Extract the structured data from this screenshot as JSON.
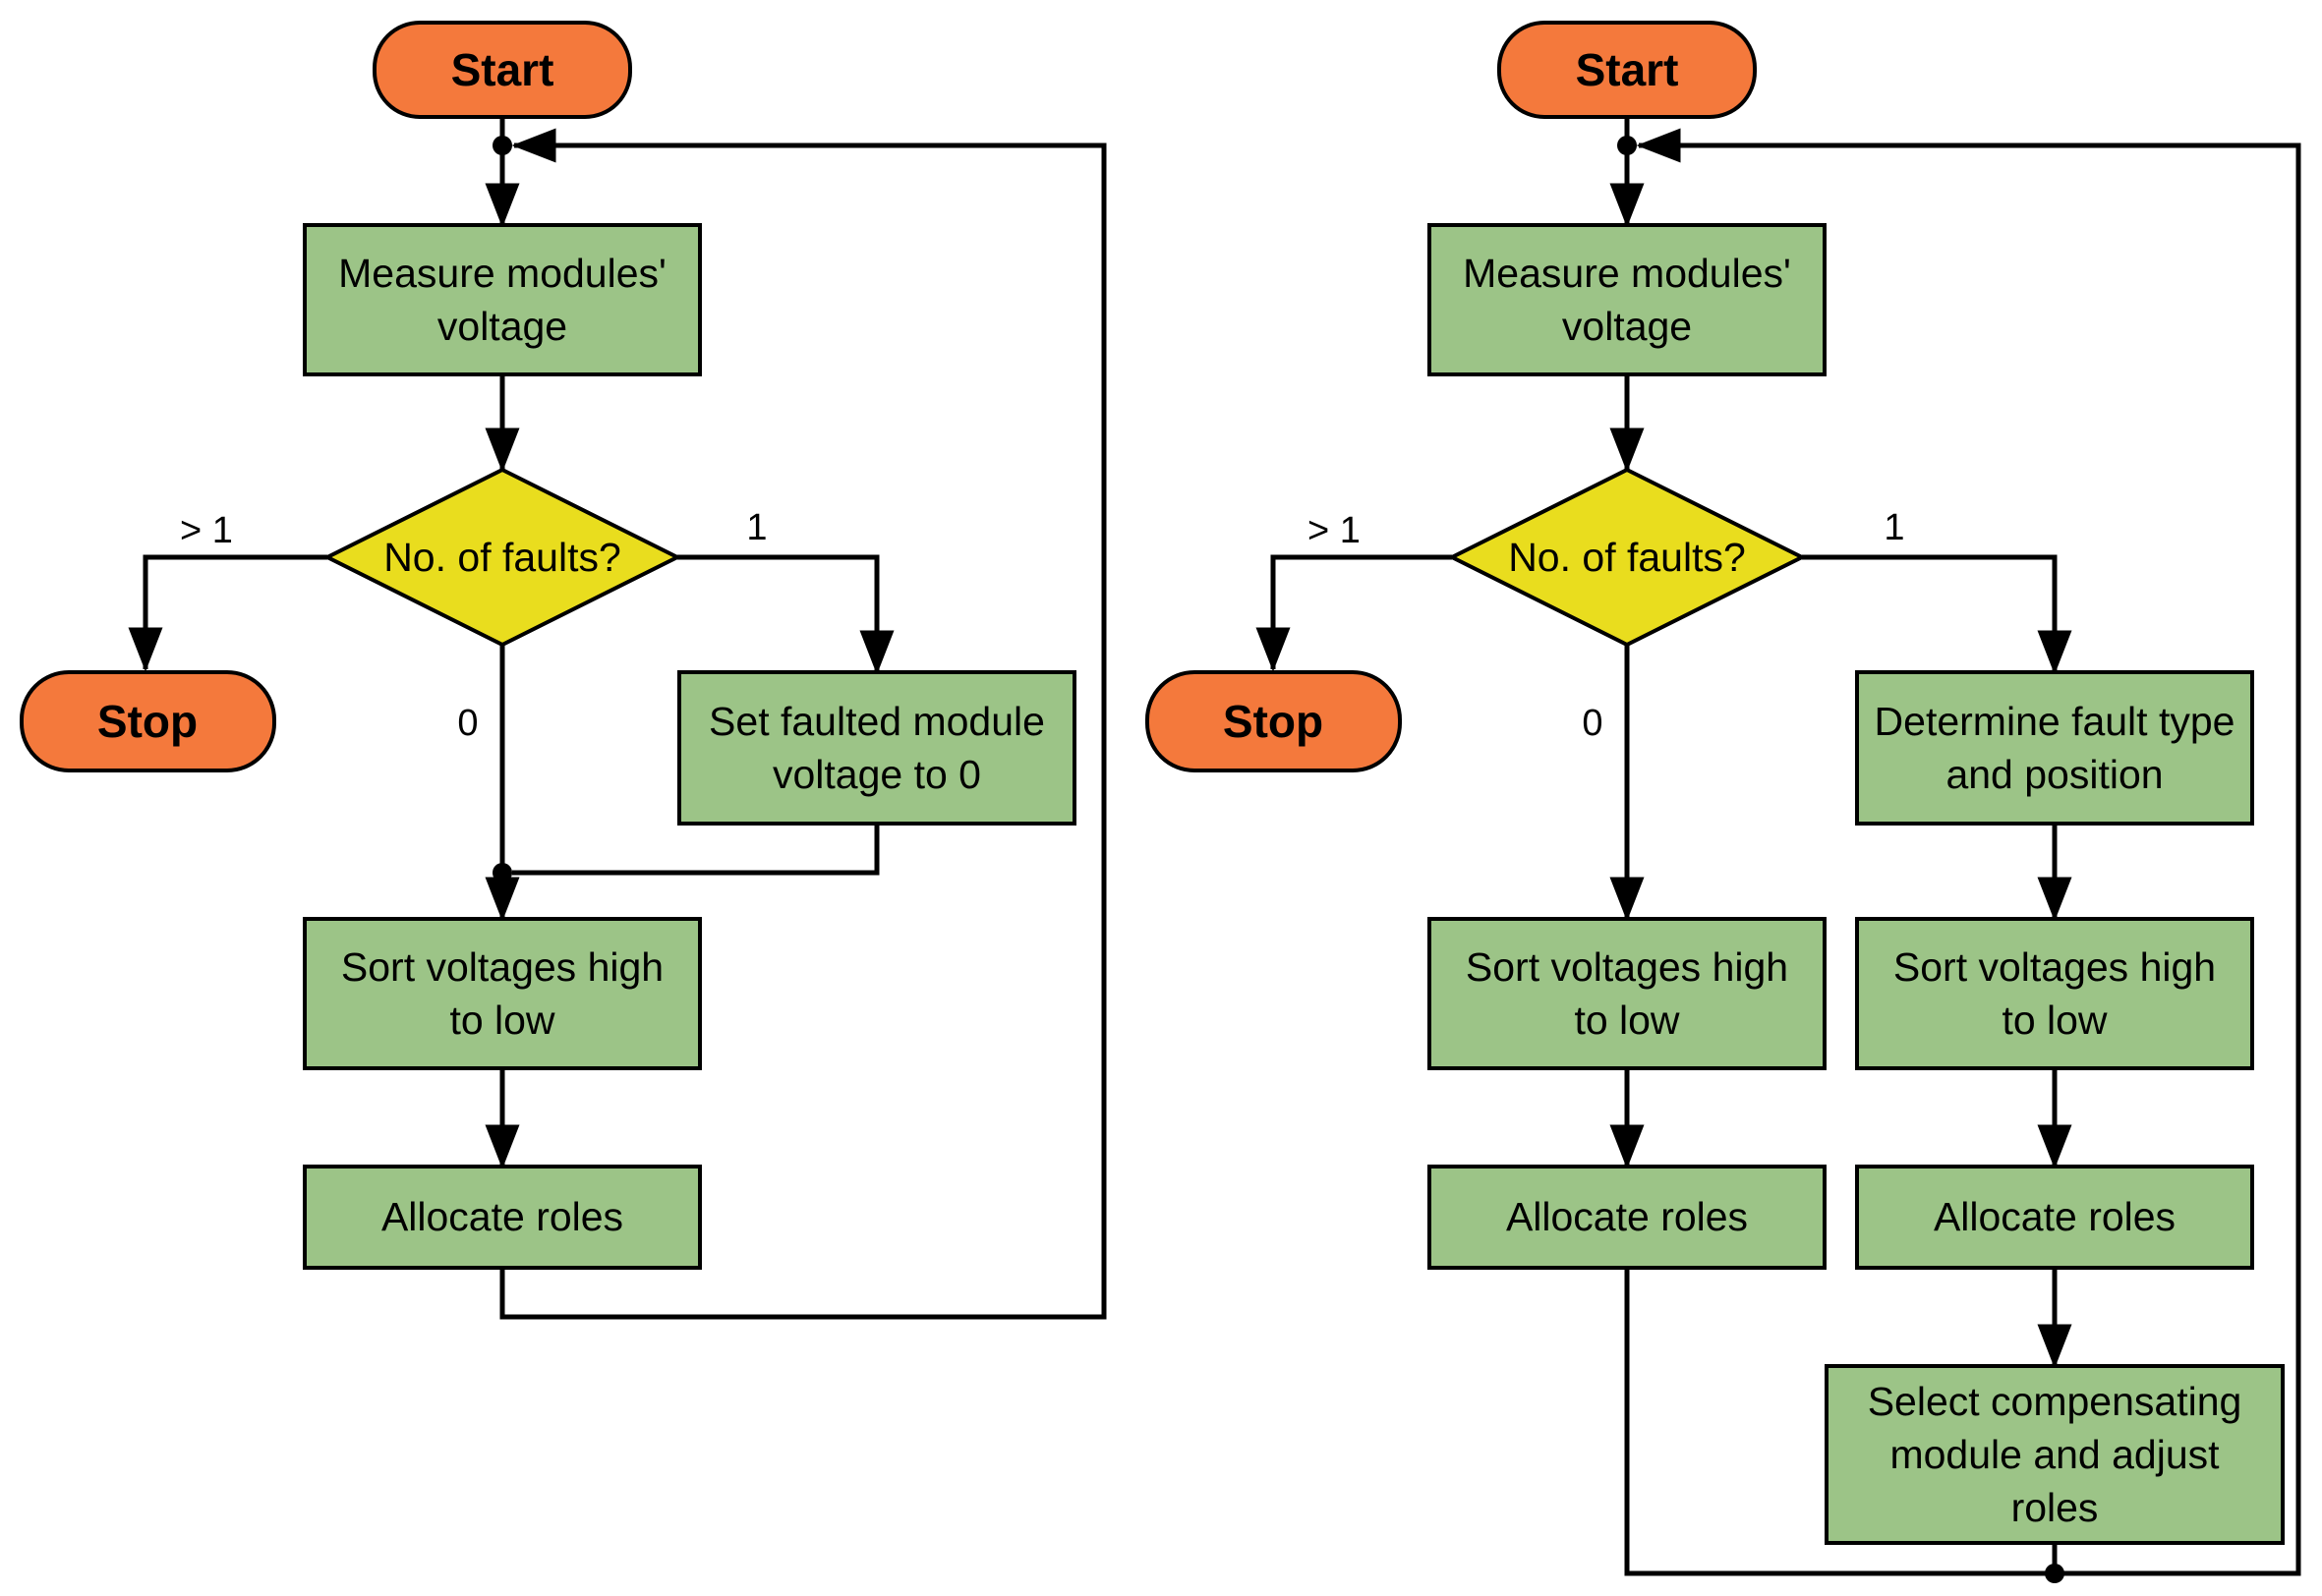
{
  "colors": {
    "terminal_fill": "#F4793C",
    "process_fill": "#9CC487",
    "decision_fill": "#E9DD1E",
    "line_color": "#000000"
  },
  "left": {
    "start": "Start",
    "measure": {
      "line1": "Measure modules'",
      "line2": "voltage"
    },
    "decision": "No. of faults?",
    "branch_gt1": "> 1",
    "branch_1": "1",
    "branch_0": "0",
    "stop": "Stop",
    "set_faulted": {
      "line1": "Set faulted module",
      "line2": "voltage to 0"
    },
    "sort": {
      "line1": "Sort voltages high",
      "line2": "to low"
    },
    "allocate": "Allocate roles"
  },
  "right": {
    "start": "Start",
    "measure": {
      "line1": "Measure modules'",
      "line2": "voltage"
    },
    "decision": "No. of faults?",
    "branch_gt1": "> 1",
    "branch_1": "1",
    "branch_0": "0",
    "stop": "Stop",
    "determine": {
      "line1": "Determine fault type",
      "line2": "and position"
    },
    "sort_left": {
      "line1": "Sort voltages high",
      "line2": "to low"
    },
    "sort_right": {
      "line1": "Sort voltages high",
      "line2": "to low"
    },
    "allocate_left": "Allocate roles",
    "allocate_right": "Allocate roles",
    "select": {
      "line1": "Select compensating",
      "line2": "module and adjust",
      "line3": "roles"
    }
  }
}
